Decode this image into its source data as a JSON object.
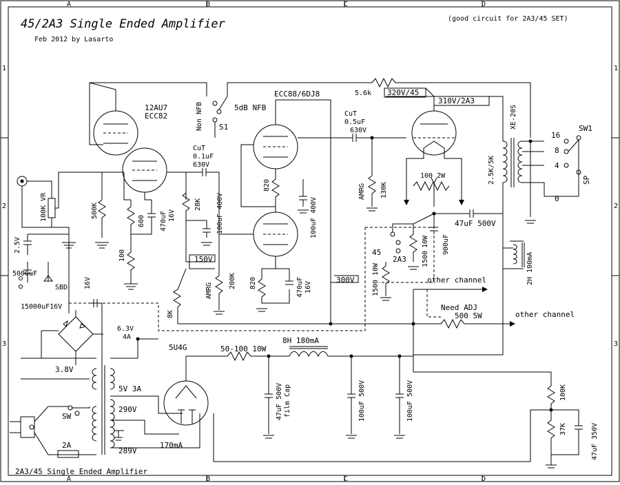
{
  "title": {
    "main": "45/2A3 Single Ended Amplifier",
    "byline": "Feb 2012 by Lasarto",
    "note": "(good circuit for 2A3/45 SET)",
    "footer": "2A3/45 Single Ended Amplifier"
  },
  "border": {
    "cols": [
      "A",
      "B",
      "C",
      "D"
    ],
    "rows": [
      "1",
      "2",
      "3"
    ]
  },
  "input": {
    "vr": "100K VR",
    "r500k": "500K",
    "r100": "100"
  },
  "stage1": {
    "tube1": "12AU7",
    "tube2": "ECC82",
    "r600": "600",
    "cap": "470uF",
    "capv": "16V"
  },
  "nfb": {
    "label": "Non NFB",
    "sw": "S1",
    "db": "5dB NFB",
    "r": "5.6k"
  },
  "coupling1": {
    "name": "CuT",
    "val": "0.1uF",
    "volt": "630V"
  },
  "stage2": {
    "tube": "ECC88/6DJ8",
    "r28k": "28K",
    "c100": "100uF 400V",
    "amrg": "AMRG",
    "r200k": "200K",
    "r820a": "820",
    "r820b": "820",
    "c100b": "100uF 400V",
    "c470": "470uF",
    "c470v": "16V",
    "rail150": "150V",
    "r8k": "8K",
    "rail300": "300V"
  },
  "coupling2": {
    "name": "CuT",
    "val": "0.5uF",
    "volt": "630V"
  },
  "output": {
    "v45": "320V/45",
    "v2a3": "310V/2A3",
    "grid_amrg": "AMRG",
    "grid_r": "130K",
    "hum": "100 2W",
    "cap47": "47uF 500V",
    "r10w": "10W",
    "r1500": "1500",
    "c900": "900uF",
    "sel45": "45",
    "sel2a3": "2A3",
    "r10w_b": "10W",
    "r1500_b": "1500",
    "other": "other channel"
  },
  "transformer": {
    "opt": "XE-20S",
    "imp": "2.5K/5K",
    "t16": "16",
    "t8": "8",
    "t4": "4",
    "t0": "0",
    "sw": "SW1",
    "sp": "SP",
    "choke": "2H 100mA"
  },
  "psu": {
    "c25v": "2.5V",
    "c5000": "5000uF",
    "sbd": "SBD",
    "v16": "16V",
    "c15000": "15000uF16V",
    "heat": "6.3V",
    "heat_a": "4A",
    "v38": "3.8V",
    "rect": "5U4G",
    "v5": "5V 3A",
    "v290": "290V",
    "v289": "289V",
    "ma170": "170mA",
    "sw": "SW",
    "fuse": "2A",
    "r50": "50-100 10W",
    "choke": "8H 180mA",
    "c47": "47uF 500V",
    "c47b": "film Cap",
    "c100a": "100uF 500V",
    "c100c": "100uF 500V",
    "adj": "Need ADJ",
    "r500": "500 5W",
    "other": "other channel",
    "r100k": "100K",
    "r37k": "37K",
    "c47c": "47uF 350V"
  }
}
